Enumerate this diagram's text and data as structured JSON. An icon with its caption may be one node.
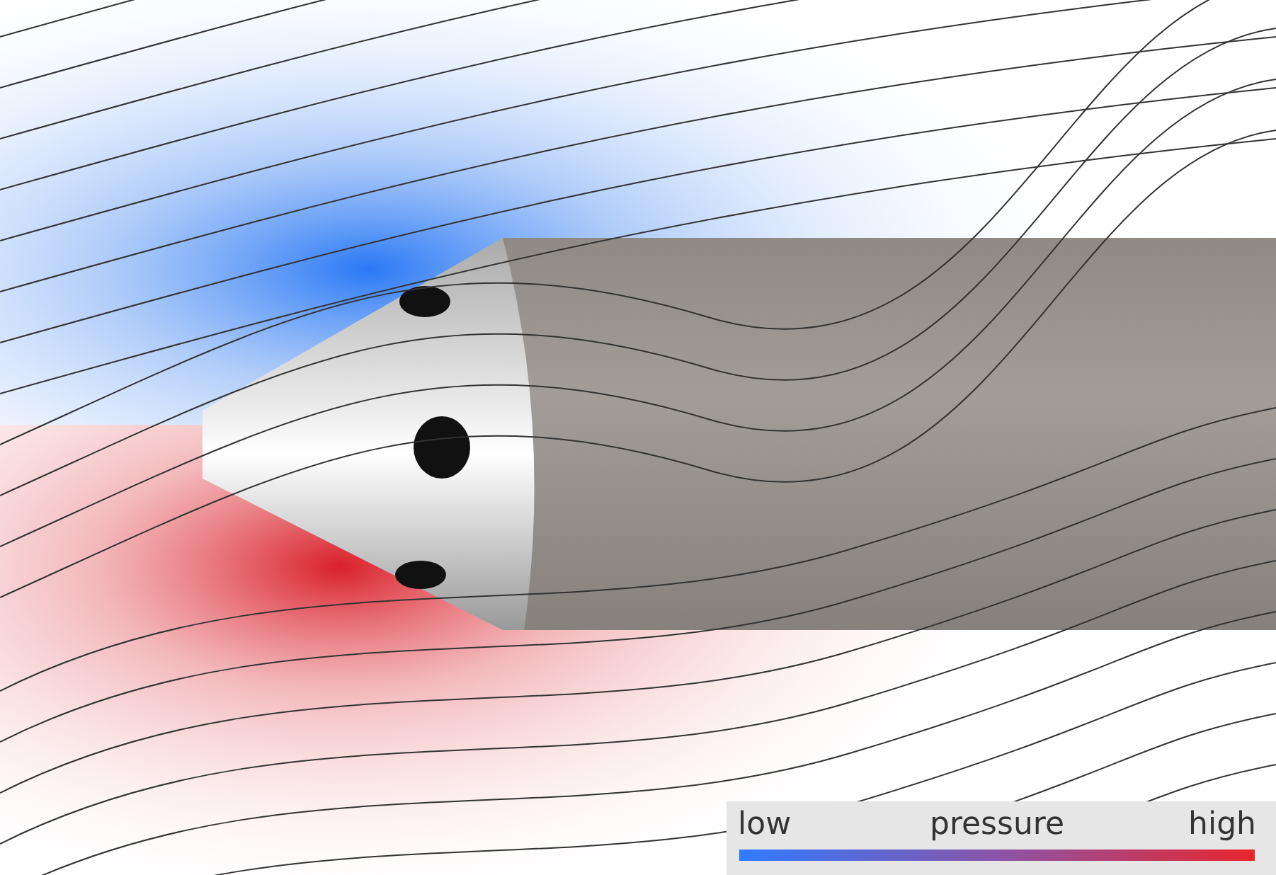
{
  "diagram": {
    "labels": [
      "low",
      "pressure",
      "high"
    ]
  }
}
